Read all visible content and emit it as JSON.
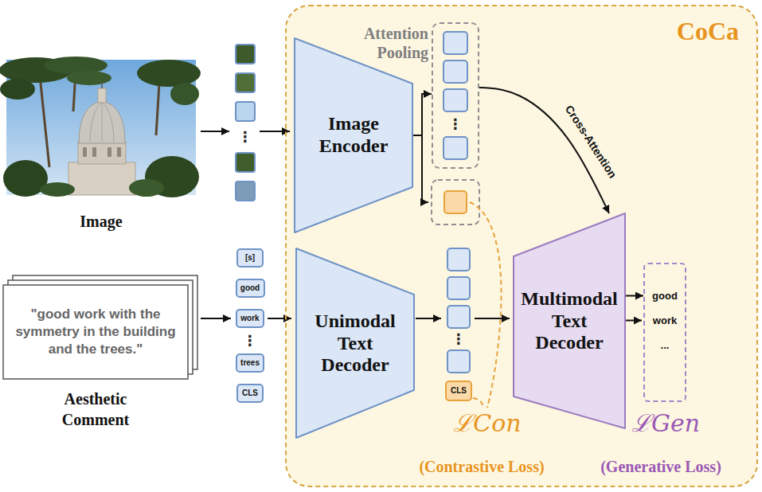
{
  "diagram": {
    "nodes": [
      {
        "text": [
          "CoCa"
        ]
      },
      {
        "text": [
          "Image"
        ]
      },
      {
        "text": [
          "\"good work with the symmetry in the building and the trees.\"",
          "Aesthetic Comment"
        ]
      },
      {
        "text": [
          "[s]"
        ]
      },
      {
        "text": [
          "good"
        ]
      },
      {
        "text": [
          "work"
        ]
      },
      {
        "text": [
          "trees"
        ]
      },
      {
        "text": [
          "CLS"
        ]
      },
      {
        "text": [
          "Image Encoder"
        ],
        "in": 0
      },
      {
        "text": [
          "Attention Pooling"
        ],
        "in": 0
      },
      {
        "text": [
          "Unimodal Text Decoder"
        ],
        "in": 0
      },
      {
        "text": [
          "CLS"
        ],
        "in": 0
      },
      {
        "text": [
          "Multimodal Text Decoder"
        ],
        "in": 0
      },
      {
        "text": [
          "good",
          "work",
          "..."
        ],
        "in": 0
      }
    ],
    "edges": [
      {
        "from": 8,
        "to": 9,
        "arrow": "to"
      },
      {
        "from": 9,
        "to": 12,
        "arrow": "to",
        "label": "Cross-Attention"
      },
      {
        "from": 12,
        "to": 13,
        "arrow": "to"
      }
    ],
    "labels": [
      "⋮",
      "⋮",
      "⋮",
      "⋮",
      "ℒCon",
      "(Contrastive Loss)",
      "ℒGen",
      "(Generative Loss)"
    ]
  }
}
